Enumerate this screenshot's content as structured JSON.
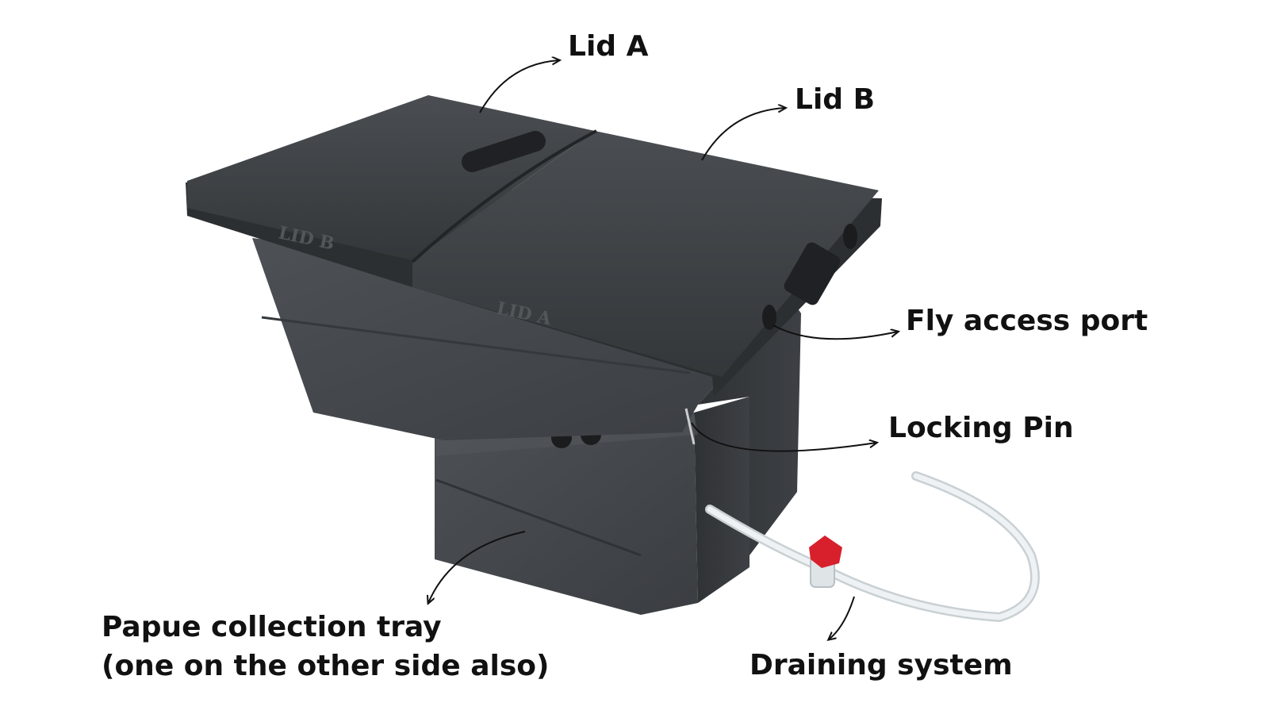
{
  "labels": {
    "lid_a": "Lid A",
    "lid_b": "Lid B",
    "fly_access_port": "Fly access port",
    "locking_pin": "Locking Pin",
    "tray_line1": "Papue collection tray",
    "tray_line2": "(one on the other side also)",
    "draining_system": "Draining system"
  },
  "embossed": {
    "lid_a_mark": "LID A",
    "lid_b_mark": "LID B"
  },
  "colors": {
    "body": "#45494d",
    "lid": "#3e4246",
    "lid_edge": "#2c2f32",
    "tube": "#e4e9ec",
    "valve": "#d8202c",
    "text": "#111111"
  }
}
